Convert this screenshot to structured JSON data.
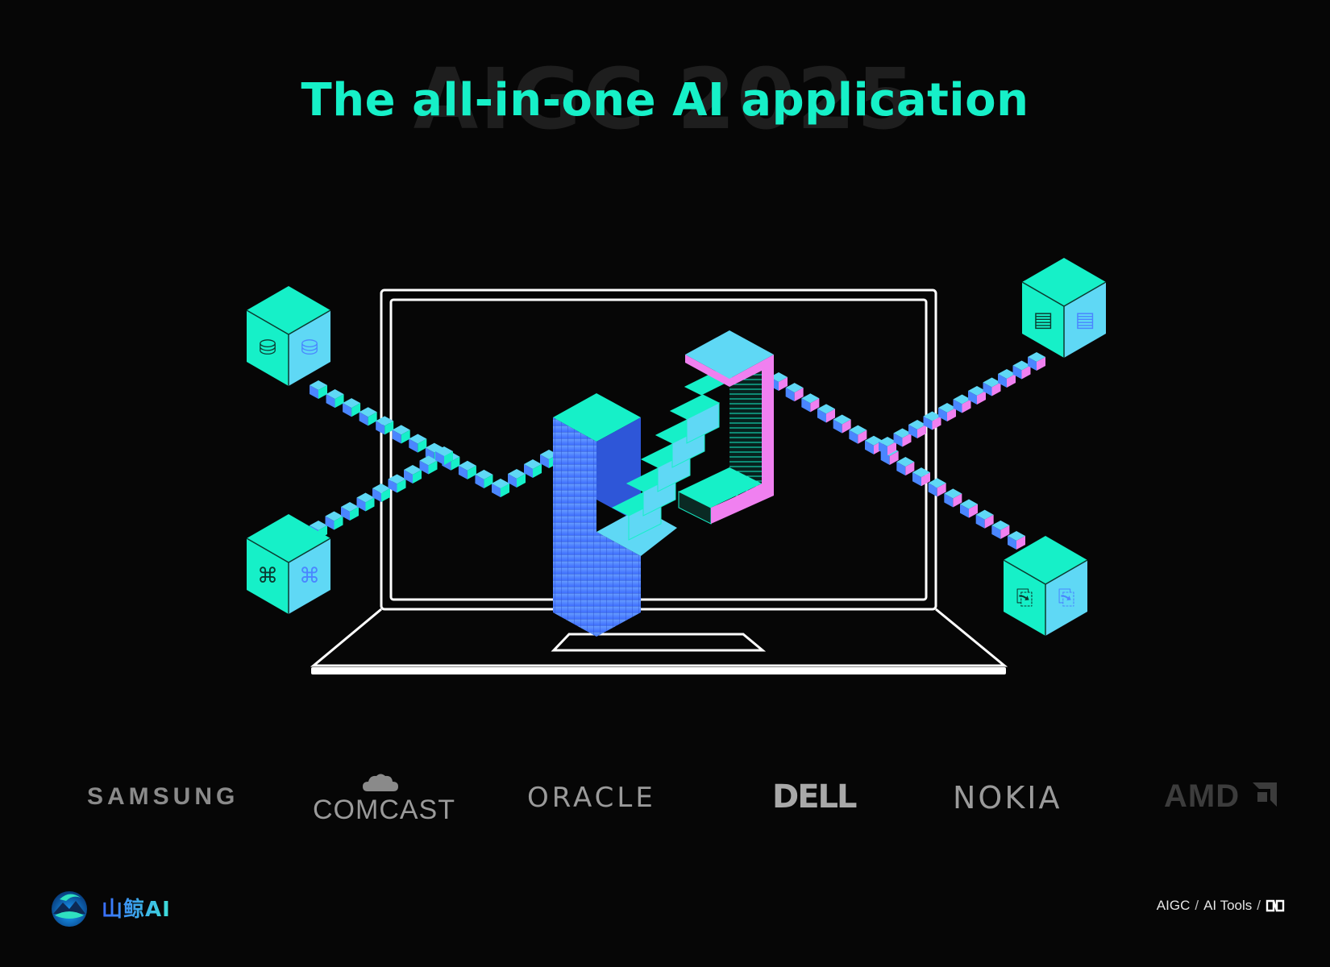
{
  "header": {
    "watermark": "AIGC 2025",
    "title": "The all-in-one AI application"
  },
  "illustration": {
    "icons": [
      "database-icon",
      "folder-icon",
      "command-icon",
      "circuit-icon"
    ],
    "colors": {
      "teal": "#16f0c8",
      "cyan_light": "#5fd8f5",
      "blue": "#4a86ff",
      "pink": "#f080f0",
      "outline": "#ffffff"
    }
  },
  "partners": {
    "samsung": "SAMSUNG",
    "comcast": "COMCAST",
    "oracle": "ORACLE",
    "dell": "DELL",
    "nokia": "NOKIA",
    "amd": "AMD"
  },
  "footer": {
    "brand_name": "山鲸AI",
    "breadcrumb": [
      "AIGC",
      "AI Tools"
    ],
    "separator": "/"
  }
}
